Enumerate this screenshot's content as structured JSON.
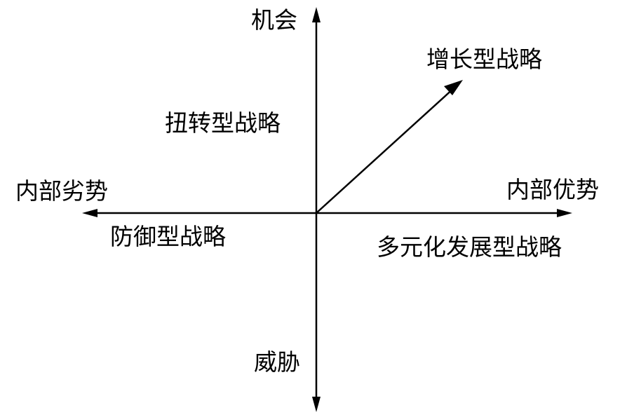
{
  "axes": {
    "top": "机会",
    "bottom": "威胁",
    "left": "内部劣势",
    "right": "内部优势"
  },
  "quadrants": {
    "growth": "增长型战略",
    "turnaround": "扭转型战略",
    "defensive": "防御型战略",
    "diversified": "多元化发展型战略"
  },
  "colors": {
    "line": "#000000",
    "background": "#ffffff"
  }
}
